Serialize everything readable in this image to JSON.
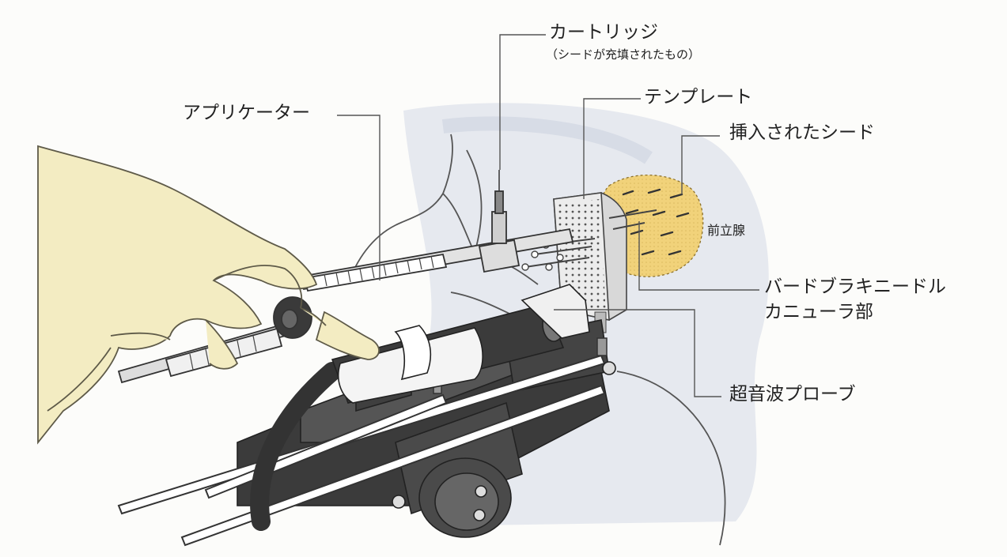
{
  "labels": {
    "cartridge": "カートリッジ",
    "cartridge_note": "（シードが充填されたもの）",
    "applicator": "アプリケーター",
    "template": "テンプレート",
    "inserted_seed": "挿入されたシード",
    "prostate": "前立腺",
    "needle_line1": "バードブラキニードル",
    "needle_line2": "カニューラ部",
    "ultrasound_probe": "超音波プローブ"
  },
  "colors": {
    "glove": "#f3ecc2",
    "glove_outline": "#5e5a48",
    "prostate": "#f0cf72",
    "device_dark": "#3d3d3d",
    "bg_shape": "#e4e8ef",
    "leader": "#555555"
  }
}
